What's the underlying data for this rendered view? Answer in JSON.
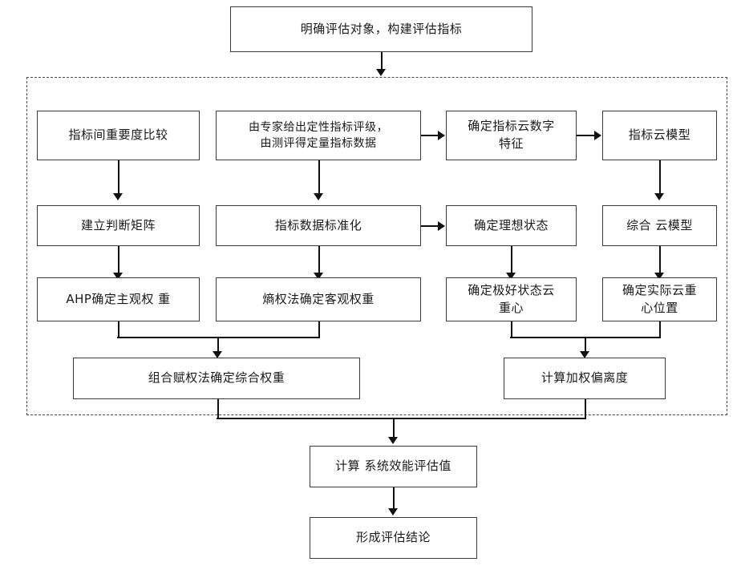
{
  "diagram": {
    "title_node": {
      "id": "define-target",
      "label": "明确评估对象，构建评估指标"
    },
    "group_container": {
      "name": "evaluation-process-group"
    },
    "nodes": [
      {
        "id": "importance-compare",
        "label": "指标间重要度比较"
      },
      {
        "id": "expert-rating",
        "label": "由专家给出定性指标评级，\n由测评得定量指标数据"
      },
      {
        "id": "cloud-digital-features",
        "label": "确定指标云数字\n特征"
      },
      {
        "id": "indicator-cloud-model",
        "label": "指标云模型"
      },
      {
        "id": "judgment-matrix",
        "label": "建立判断矩阵"
      },
      {
        "id": "data-standardization",
        "label": "指标数据标准化"
      },
      {
        "id": "ideal-state",
        "label": "确定理想状态"
      },
      {
        "id": "comprehensive-cloud-model",
        "label": "综合 云模型"
      },
      {
        "id": "ahp-subjective-weight",
        "label": "AHP确定主观权 重"
      },
      {
        "id": "entropy-objective-weight",
        "label": "熵权法确定客观权重"
      },
      {
        "id": "excellent-state-centroid",
        "label": "确定极好状态云\n重心"
      },
      {
        "id": "actual-cloud-centroid",
        "label": "确定实际云重\n心位置"
      },
      {
        "id": "combined-weight",
        "label": "组合赋权法确定综合权重"
      },
      {
        "id": "weighted-deviation",
        "label": "计算加权偏离度"
      }
    ],
    "result_nodes": [
      {
        "id": "system-effectiveness-value",
        "label": "计算 系统效能评估值"
      },
      {
        "id": "evaluation-conclusion",
        "label": "形成评估结论"
      }
    ],
    "colors": {
      "node_border": "#3a3a3a",
      "connector": "#111111",
      "group_border": "#4a4a4a",
      "background": "#ffffff",
      "text": "#1a1a1a"
    }
  }
}
